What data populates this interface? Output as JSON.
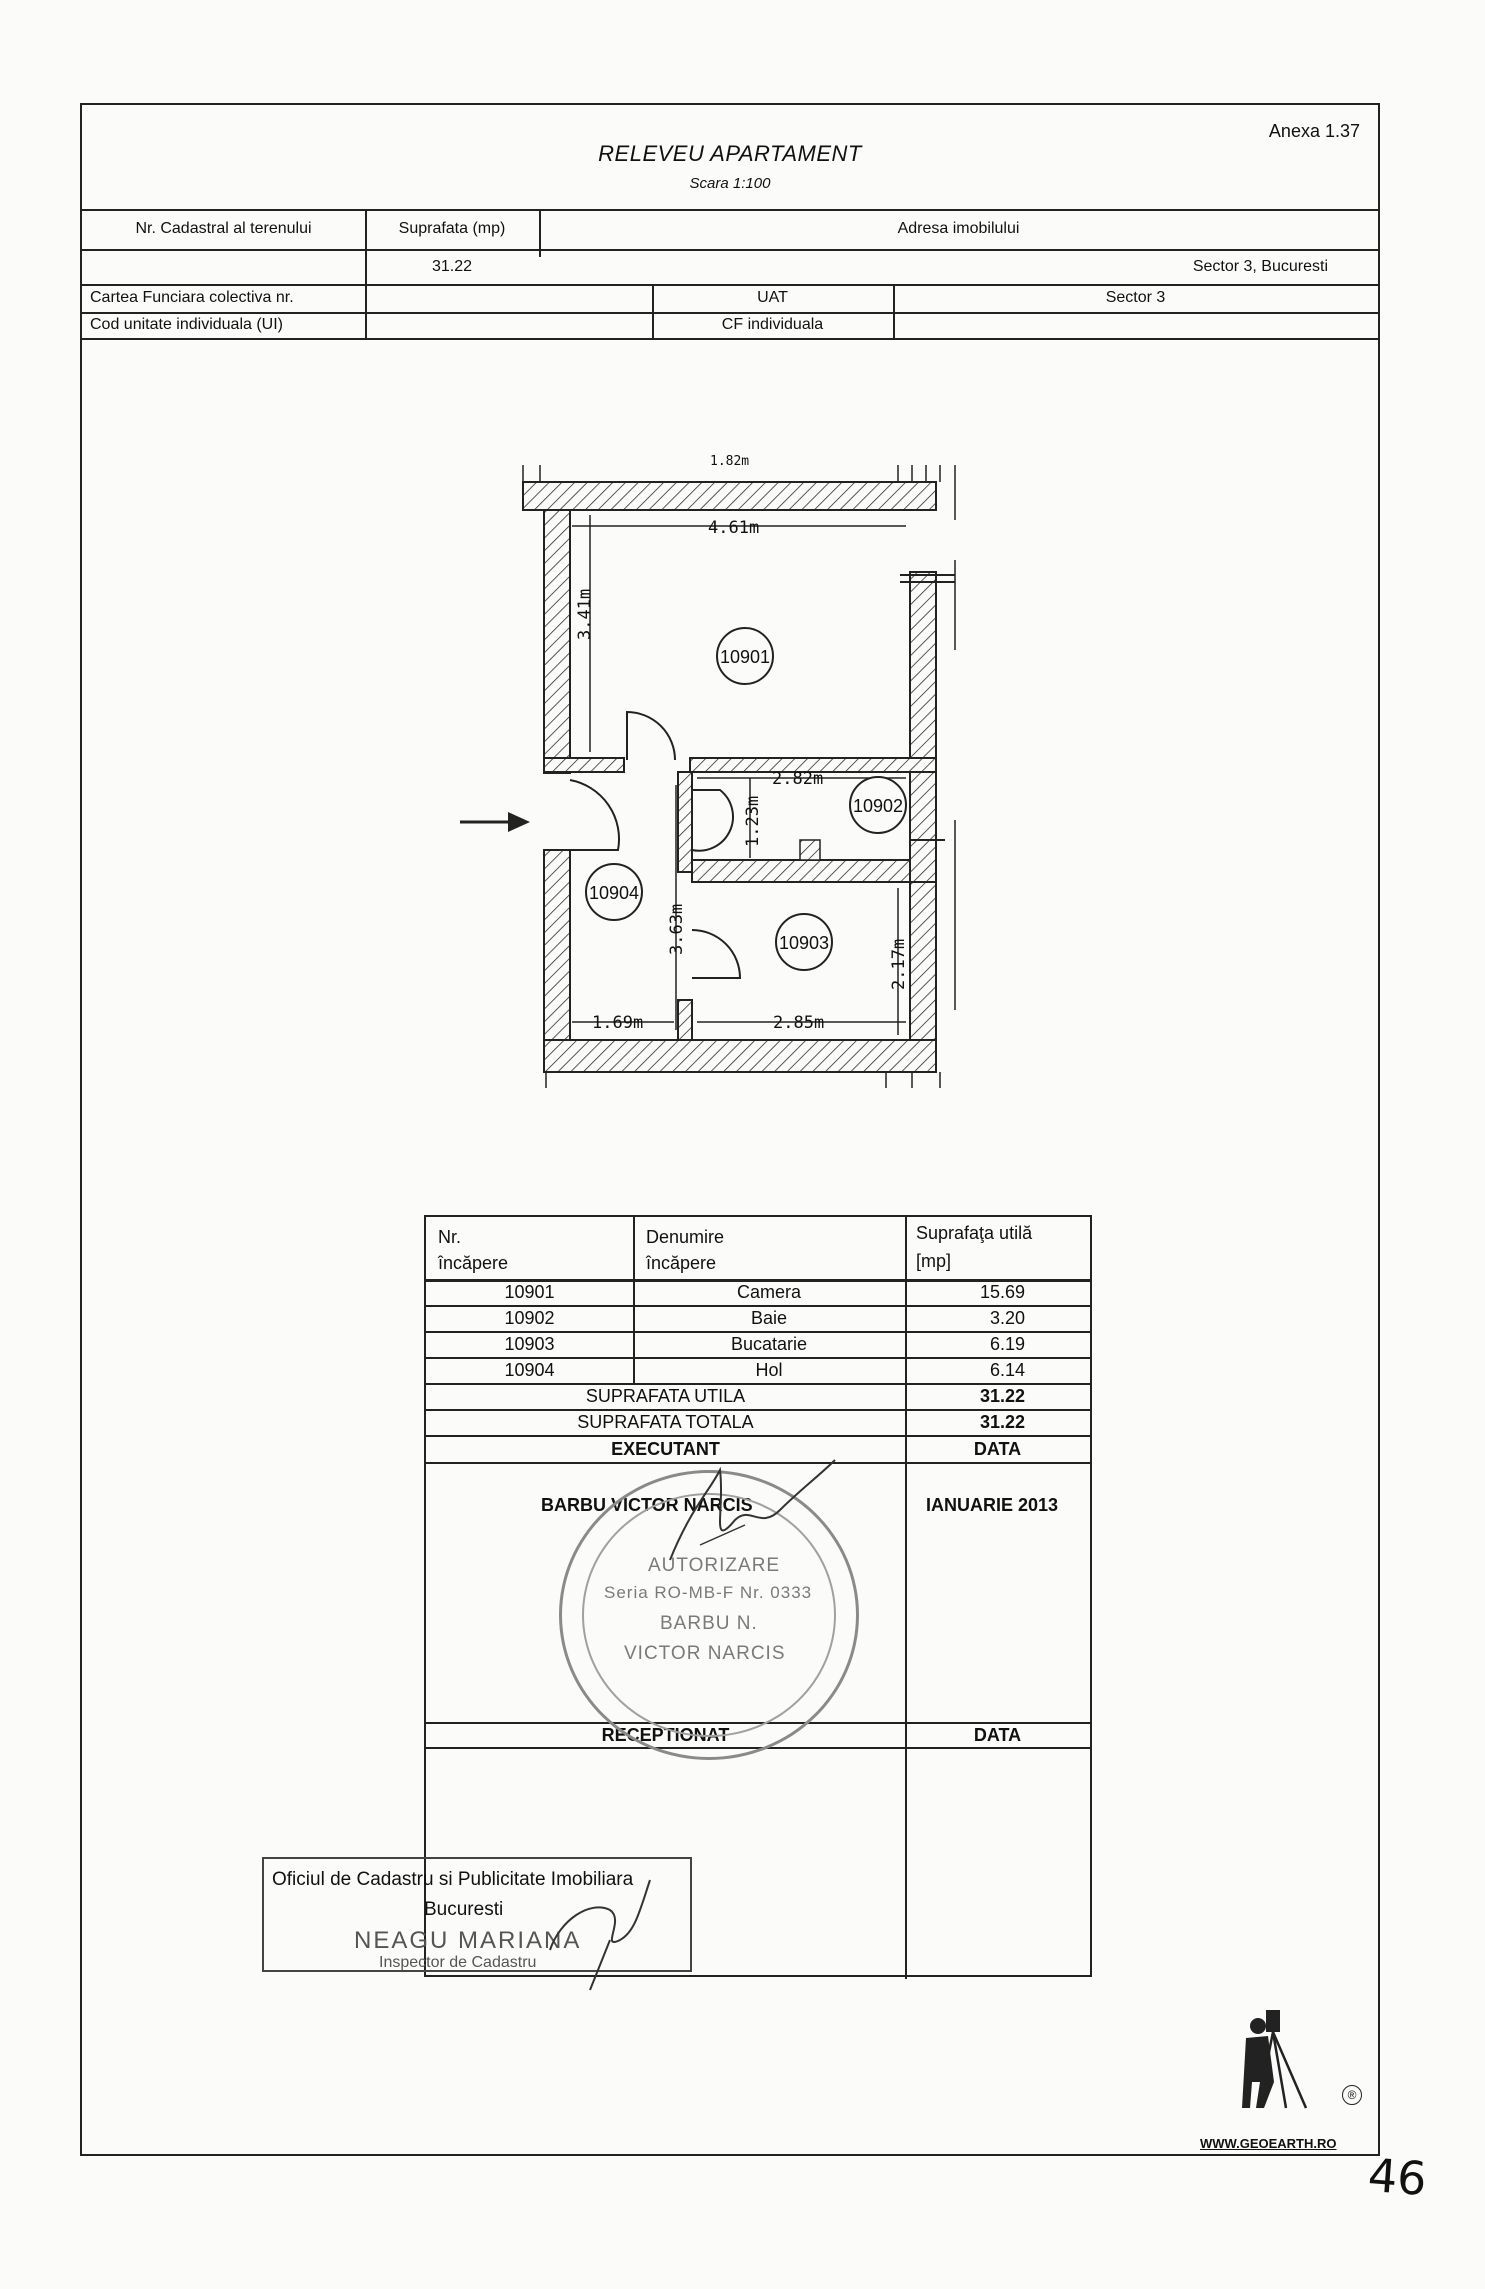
{
  "header": {
    "anexa": "Anexa 1.37",
    "title": "RELEVEU APARTAMENT",
    "scale": "Scara 1:100"
  },
  "info_table": {
    "nr_cadastral_label": "Nr. Cadastral al terenului",
    "nr_cadastral_value": "",
    "suprafata_label": "Suprafata (mp)",
    "suprafata_value": "31.22",
    "adresa_label": "Adresa imobilului",
    "adresa_value": "Sector 3, Bucuresti",
    "carte_funciara_label": "Cartea Funciara colectiva nr.",
    "cod_unitate_label": "Cod unitate individuala (UI)",
    "uat_label": "UAT",
    "uat_value": "Sector 3",
    "cf_individuala_label": "CF individuala"
  },
  "floor_plan": {
    "top_cut_label": "1.82m",
    "rooms": [
      {
        "id": "10901"
      },
      {
        "id": "10902"
      },
      {
        "id": "10903"
      },
      {
        "id": "10904"
      }
    ],
    "dimensions": {
      "camera_width": "4.61m",
      "camera_height": "3.41m",
      "baie_width": "2.82m",
      "baie_height": "1.23m",
      "hol_height": "3.63m",
      "bucatarie_height": "2.17m",
      "hol_width": "1.69m",
      "bucatarie_width": "2.85m"
    }
  },
  "rooms_table": {
    "headers": {
      "nr": [
        "Nr.",
        "încăpere"
      ],
      "denumire": [
        "Denumire",
        "încăpere"
      ],
      "suprafata": [
        "Suprafaţa utilă",
        "[mp]"
      ]
    },
    "rows": [
      {
        "nr": "10901",
        "name": "Camera",
        "area": "15.69"
      },
      {
        "nr": "10902",
        "name": "Baie",
        "area": "3.20"
      },
      {
        "nr": "10903",
        "name": "Bucatarie",
        "area": "6.19"
      },
      {
        "nr": "10904",
        "name": "Hol",
        "area": "6.14"
      }
    ],
    "suprafata_utila_label": "SUPRAFATA UTILA",
    "suprafata_utila_value": "31.22",
    "suprafata_totala_label": "SUPRAFATA TOTALA",
    "suprafata_totala_value": "31.22",
    "executant_label": "EXECUTANT",
    "executant_data_label": "DATA",
    "executant_name": "BARBU VICTOR NARCIS",
    "executant_date": "IANUARIE 2013",
    "receptionat_label": "RECEPTIONAT",
    "receptionat_data_label": "DATA"
  },
  "stamp": {
    "line1": "AUTORIZARE",
    "line2": "Seria RO-MB-F Nr. 0333",
    "line3": "BARBU N.",
    "line4": "VICTOR NARCIS"
  },
  "ocpi_stamp": {
    "line1": "Oficiul de Cadastru si Publicitate Imobiliara",
    "line2": "Bucuresti",
    "line3": "NEAGU MARIANA",
    "line4": "Inspector de Cadastru"
  },
  "footer": {
    "website": "WWW.GEOEARTH.RO",
    "registered": "®",
    "handwritten_page": "46"
  }
}
